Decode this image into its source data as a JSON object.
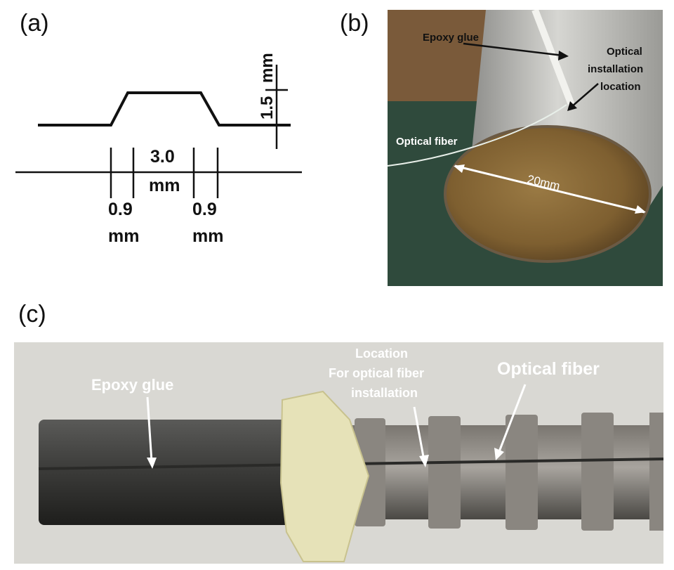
{
  "panels": {
    "a": {
      "label": "(a)",
      "dimensions": {
        "top_width_value": "3.0",
        "top_width_unit": "mm",
        "left_slope_value": "0.9",
        "left_slope_unit": "mm",
        "right_slope_value": "0.9",
        "right_slope_unit": "mm",
        "height_value": "1.5",
        "height_unit": "mm"
      }
    },
    "b": {
      "label": "(b)",
      "annotations": {
        "epoxy": "Epoxy glue",
        "install_line1": "Optical",
        "install_line2": "installation",
        "install_line3": "location",
        "fiber": "Optical fiber",
        "diameter": "20mm"
      }
    },
    "c": {
      "label": "(c)",
      "annotations": {
        "epoxy": "Epoxy glue",
        "location_line1": "Location",
        "location_line2": "For optical fiber",
        "location_line3": "installation",
        "fiber": "Optical fiber"
      }
    }
  },
  "colors": {
    "photo_b_background": "#2f4a3c",
    "photo_b_top_band": "#7a5a3a",
    "rod_cross_section": "#8a6a3c",
    "rod_steel": "#b9b9b6",
    "photo_c_background": "#d9d8d3",
    "annotation_white": "#ffffff",
    "annotation_dark": "#111111"
  }
}
